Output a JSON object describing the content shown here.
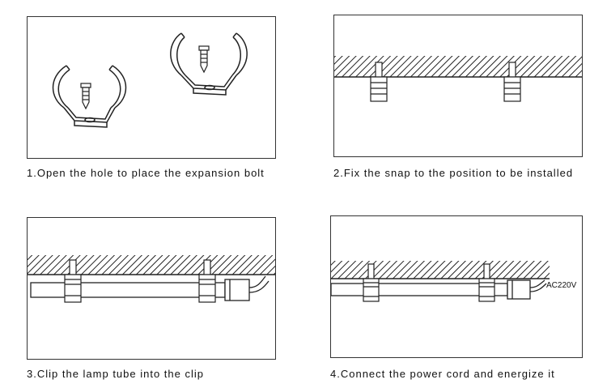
{
  "steps": [
    {
      "caption": "1.Open the hole to place the expansion bolt"
    },
    {
      "caption": "2.Fix the snap to the position to be installed"
    },
    {
      "caption": "3.Clip the lamp tube into the clip"
    },
    {
      "caption": "4.Connect the power cord and energize it",
      "power_label": "AC220V"
    }
  ]
}
